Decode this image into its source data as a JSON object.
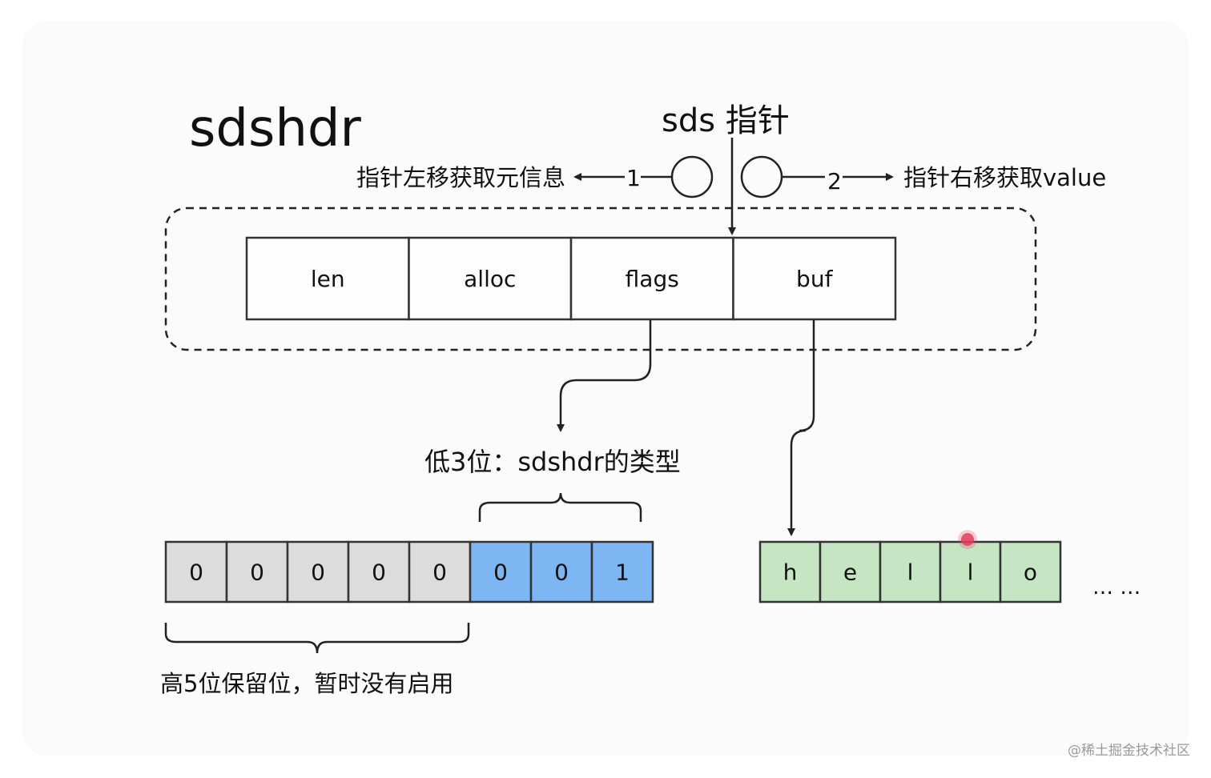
{
  "title": "sdshdr",
  "pointer_label": "sds 指针",
  "left_move_label": "指针左移获取元信息",
  "right_move_label": "指针右移获取value",
  "step_left": "1",
  "step_right": "2",
  "fields": [
    {
      "label": "len"
    },
    {
      "label": "alloc"
    },
    {
      "label": "flags"
    },
    {
      "label": "buf"
    }
  ],
  "flags_caption": "低3位：sdshdr的类型",
  "bits": [
    {
      "value": "0",
      "type": "reserved"
    },
    {
      "value": "0",
      "type": "reserved"
    },
    {
      "value": "0",
      "type": "reserved"
    },
    {
      "value": "0",
      "type": "reserved"
    },
    {
      "value": "0",
      "type": "reserved"
    },
    {
      "value": "0",
      "type": "type"
    },
    {
      "value": "0",
      "type": "type"
    },
    {
      "value": "1",
      "type": "type"
    }
  ],
  "reserved_caption": "高5位保留位，暂时没有启用",
  "buf_chars": [
    "h",
    "e",
    "l",
    "l",
    "o"
  ],
  "ellipsis": "… …",
  "footer": "@稀土掘金技术社区",
  "colors": {
    "reserved_fill": "#dcdcdc",
    "type_fill": "#7eb5f3",
    "char_fill": "#c5e5c3",
    "stroke": "#333333",
    "text": "#111111",
    "marker": "#e0405a"
  }
}
